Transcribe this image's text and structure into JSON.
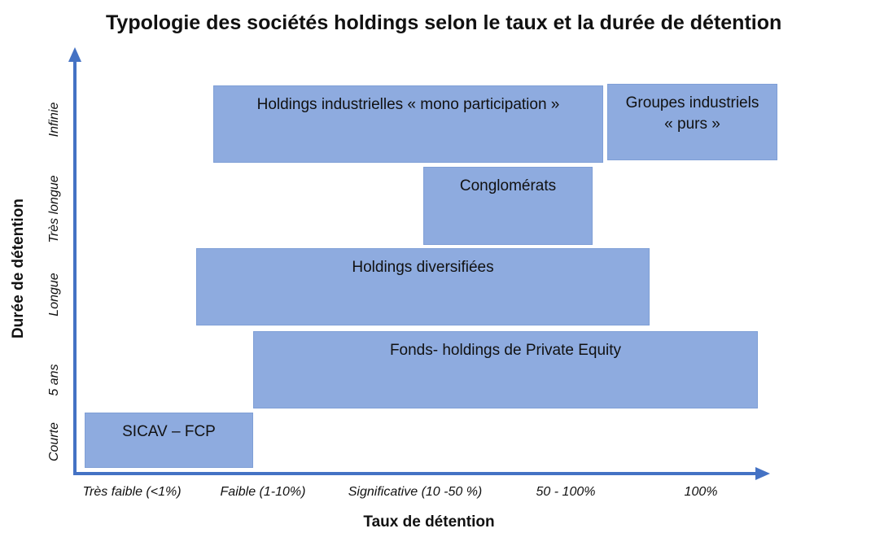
{
  "title": "Typologie des sociétés holdings selon le taux et la durée de détention",
  "axes": {
    "y_label": "Durée de détention",
    "x_label": "Taux de détention",
    "y_ticks": [
      "Infinie",
      "Très longue",
      "Longue",
      "5 ans",
      "Courte"
    ],
    "x_ticks": [
      "Très faible (<1%)",
      "Faible  (1-10%)",
      "Significative (10 -50 %)",
      "50 - 100%",
      "100%"
    ]
  },
  "boxes": {
    "mono": "Holdings industrielles « mono participation »",
    "groupes_line1": "Groupes industriels",
    "groupes_line2": "« purs »",
    "conglomerats": "Conglomérats",
    "diversifiees": "Holdings diversifiées",
    "private_equity": "Fonds- holdings de Private Equity",
    "sicav": "SICAV – FCP"
  },
  "colors": {
    "box_fill": "#8eabdf",
    "axis": "#4472c4"
  }
}
